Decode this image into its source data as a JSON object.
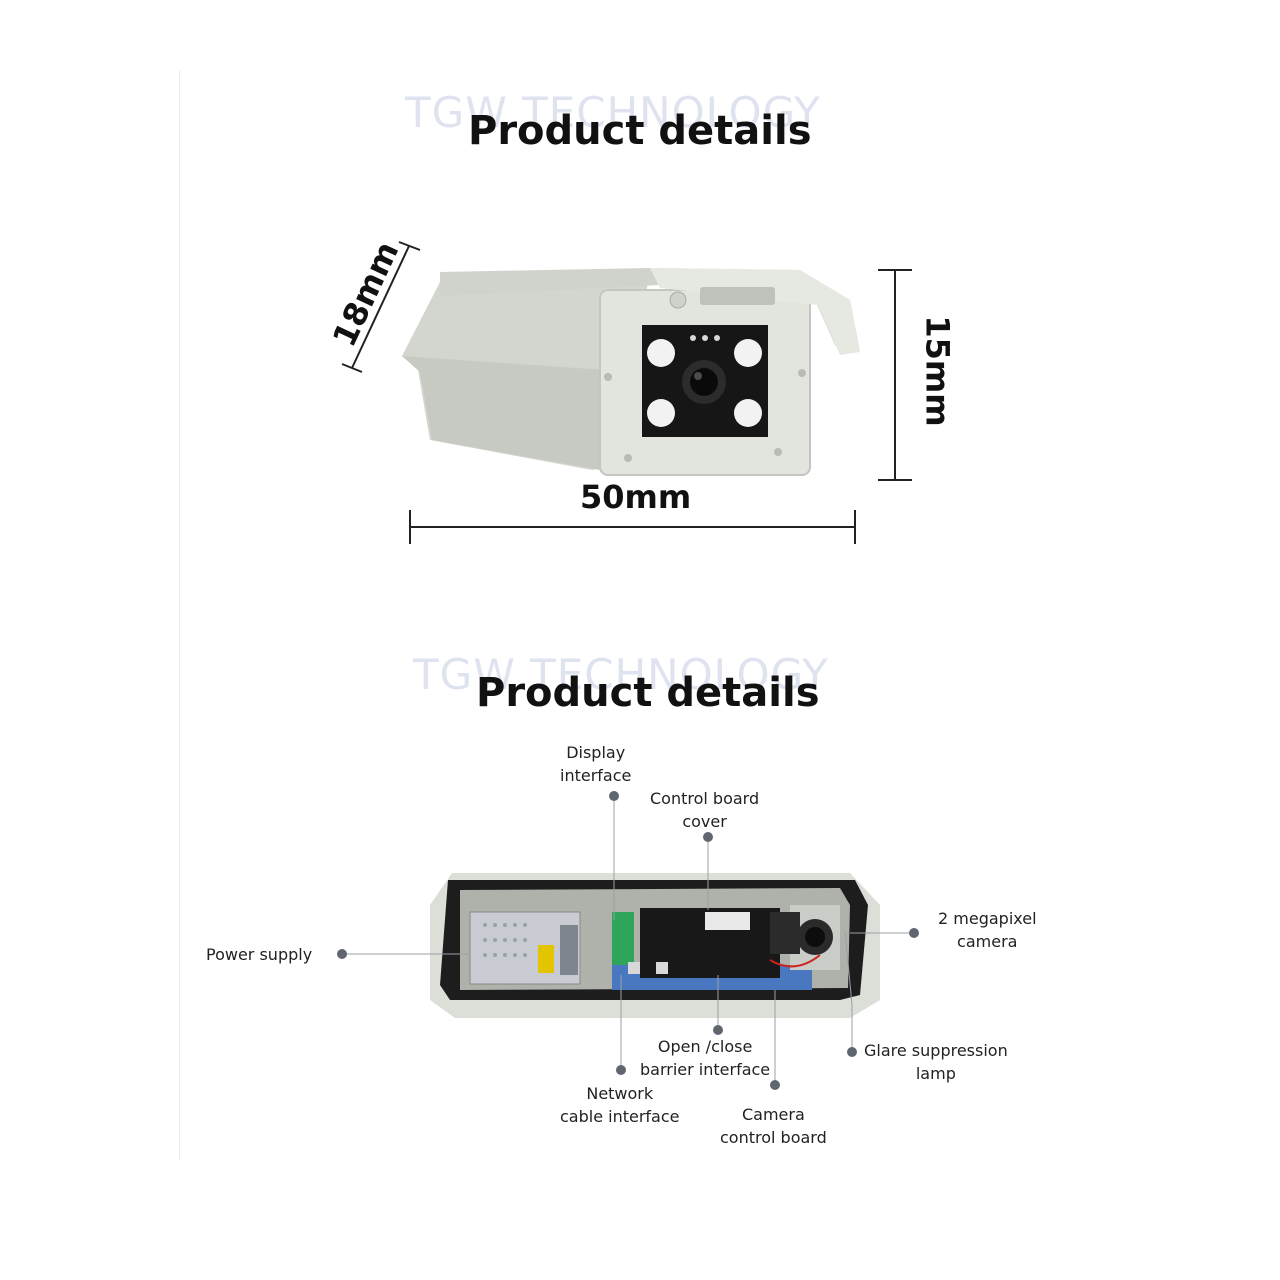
{
  "watermark": "TGW TECHNOLOGY",
  "sections": {
    "top": {
      "title": "Product details"
    },
    "bottom": {
      "title": "Product details"
    }
  },
  "dimensions": {
    "depth": "18mm",
    "height": "15mm",
    "width": "50mm"
  },
  "callouts": {
    "display_interface": [
      "Display",
      "interface"
    ],
    "control_board_cover": [
      "Control board",
      "cover"
    ],
    "two_megapixel_camera": [
      "2 megapixel",
      "camera"
    ],
    "power_supply": [
      "Power supply"
    ],
    "open_close_barrier": [
      "Open /close",
      "barrier interface"
    ],
    "network_cable": [
      "Network",
      "cable interface"
    ],
    "camera_control_board": [
      "Camera",
      "control board"
    ],
    "glare_lamp": [
      "Glare suppression",
      "lamp"
    ]
  },
  "colors": {
    "housing": "#d9dbd5",
    "housing_dark": "#b7bab3",
    "face": "#1a1a1a",
    "dot": "#5f6670",
    "leader": "#9aa0a6"
  }
}
